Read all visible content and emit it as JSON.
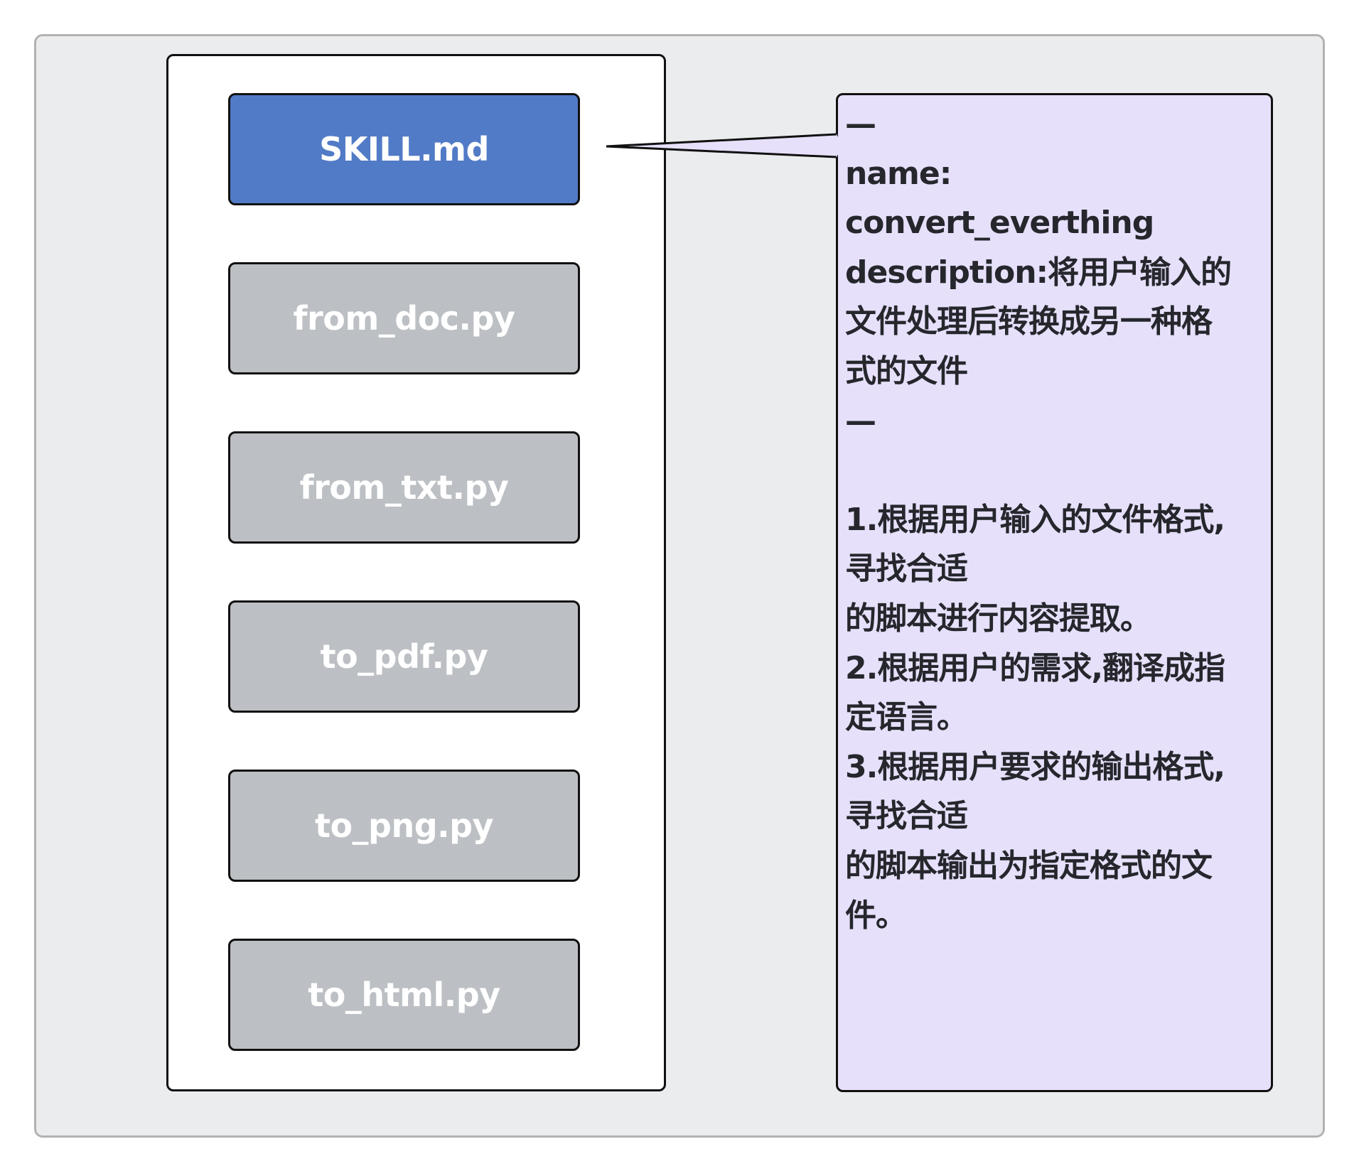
{
  "diagram": {
    "folder_files": [
      {
        "label": "SKILL.md",
        "active": true,
        "color": "#527bc7"
      },
      {
        "label": "from_doc.py",
        "active": false,
        "color": "#bcbfc3"
      },
      {
        "label": "from_txt.py",
        "active": false,
        "color": "#bcbfc3"
      },
      {
        "label": "to_pdf.py",
        "active": false,
        "color": "#bcbfc3"
      },
      {
        "label": "to_png.py",
        "active": false,
        "color": "#bcbfc3"
      },
      {
        "label": "to_html.py",
        "active": false,
        "color": "#bcbfc3"
      }
    ],
    "note": {
      "background": "#e7e0fb",
      "lines": [
        "—",
        "name:",
        "convert_everthing",
        "description:将用户输入的",
        "文件处理后转换成另一种格",
        "式的文件",
        "—",
        "",
        "1.根据用户输入的文件格式,",
        "寻找合适",
        "的脚本进行内容提取。",
        "2.根据用户的需求,翻译成指",
        "定语言。",
        "3.根据用户要求的输出格式,",
        "寻找合适",
        "的脚本输出为指定格式的文",
        "件。"
      ]
    }
  }
}
